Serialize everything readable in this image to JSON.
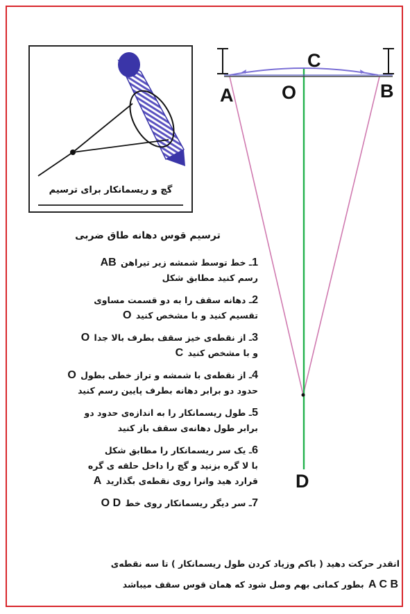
{
  "inset": {
    "caption": "گچ و ریسمانکار برای ترسیم"
  },
  "points": {
    "A": "A",
    "O": "O",
    "B": "B",
    "C": "C",
    "D": "D"
  },
  "instructions": {
    "heading": "ترسیم قوس دهانه طاق ضربی",
    "steps": [
      {
        "num": "1",
        "label": "AB",
        "lines": [
          "ـ خط  توسط شمشه زیر تیراهن",
          "رسم کنید مطابق شکل"
        ]
      },
      {
        "num": "2",
        "label": "O",
        "lines": [
          "ـ دهانه سقف را به دو قسمت مساوی",
          "تقسیم کنید و با  مشخص کنید"
        ]
      },
      {
        "num": "3",
        "label": "O",
        "label2": "C",
        "lines": [
          "ـ از نقطه‌ی  خیز سقف بطرف بالا جدا",
          "و با  مشخص کنید"
        ]
      },
      {
        "num": "4",
        "label": "O",
        "lines": [
          "ـ از نقطه‌ی  با شمشه و تراز خطی بطول",
          "حدود دو برابر دهانه بطرف پایین رسم کنید"
        ]
      },
      {
        "num": "5",
        "lines": [
          "ـ طول ریسمانکار را به اندازه‌ی حدود دو",
          "برابر طول دهانه‌ی سقف باز کنید"
        ]
      },
      {
        "num": "6",
        "label": "A",
        "lines": [
          "ـ یک سر ریسمانکار را مطابق شکل",
          "با لا گره بزنید و گچ را داخل حلقه ی گره",
          "قرارد هید وانرا روی نقطه‌ی  بگذارید"
        ]
      },
      {
        "num": "7",
        "label": "O D",
        "lines": [
          "ـ سر دیگر ریسمانکار روی خط "
        ]
      }
    ],
    "tail": [
      "انقدر حرکت دهید ( باکم وزیاد کردن طول ریسمانکار ) تا سه نقطه‌ی",
      "بطور کمانی بهم وصل شود که همان قوس سقف میباشد"
    ],
    "tail_label": "A C B"
  },
  "colors": {
    "frame": "#d8262b",
    "chord": "#5a60c8",
    "arc": "#7a6fd6",
    "pink_lines": "#d07ab0",
    "vertical": "#22b14c",
    "chalk": "#3a35a8"
  }
}
